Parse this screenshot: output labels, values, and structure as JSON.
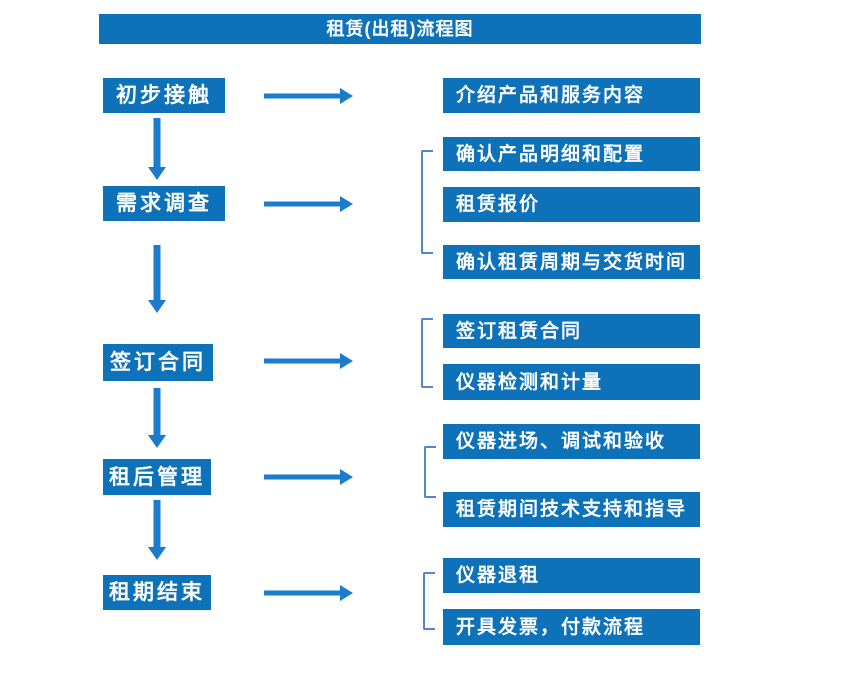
{
  "title": "租赁(出租)流程图",
  "colors": {
    "primary": "#0E72BA",
    "arrow": "#1B7BCC",
    "bracket": "#5585CC",
    "text": "#FFFFFF",
    "background": "#FFFFFF"
  },
  "steps": [
    {
      "label": "初步接触",
      "outputs": [
        "介绍产品和服务内容"
      ]
    },
    {
      "label": "需求调查",
      "outputs": [
        "确认产品明细和配置",
        "租赁报价",
        "确认租赁周期与交货时间"
      ]
    },
    {
      "label": "签订合同",
      "outputs": [
        "签订租赁合同",
        "仪器检测和计量"
      ]
    },
    {
      "label": "租后管理",
      "outputs": [
        "仪器进场、调试和验收",
        "租赁期间技术支持和指导"
      ]
    },
    {
      "label": "租期结束",
      "outputs": [
        "仪器退租",
        "开具发票，付款流程"
      ]
    }
  ]
}
